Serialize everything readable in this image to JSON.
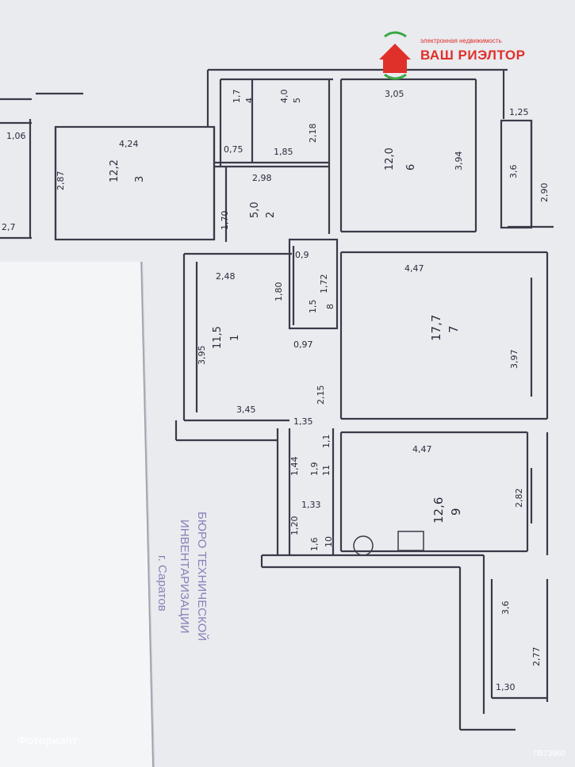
{
  "logo": {
    "brand": "ВАШ РИЭЛТОР",
    "tagline": "электронная недвижимость",
    "brand_color": "#e0302a",
    "accent_color": "#3aa845"
  },
  "stamp": {
    "line1": "БЮРО ТЕХНИЧЕСКОЙ",
    "line2": "ИНВЕНТАРИЗАЦИИ",
    "line3": "г. Саратов",
    "color": "#8a7fb8"
  },
  "watermark": "Фоториэлт",
  "photo_id": "П573960",
  "rooms": [
    {
      "number": "1",
      "area": "11,5"
    },
    {
      "number": "2",
      "area": "5,0"
    },
    {
      "number": "3",
      "area": "12,2"
    },
    {
      "number": "4",
      "area": "1,7"
    },
    {
      "number": "5",
      "area": "4,0"
    },
    {
      "number": "6",
      "area": "12,0"
    },
    {
      "number": "7",
      "area": "17,7"
    },
    {
      "number": "8",
      "area": "1,5"
    },
    {
      "number": "9",
      "area": "12,6"
    },
    {
      "number": "10",
      "area": "1,6"
    },
    {
      "number": "11",
      "area": "1,9"
    }
  ],
  "balconies": [
    {
      "area": "3,6"
    },
    {
      "area": "3,6"
    }
  ],
  "dimensions": {
    "d_1_06": "1,06",
    "d_4_24": "4,24",
    "d_2_87": "2,87",
    "d_3_05": "3,05",
    "d_1_25": "1,25",
    "d_3_94": "3,94",
    "d_2_90": "2,90",
    "d_2_18": "2,18",
    "d_0_75": "0,75",
    "d_1_85": "1,85",
    "d_2_98": "2,98",
    "d_1_70": "1,70",
    "d_2_48": "2,48",
    "d_0_9": "0,9",
    "d_1_72": "1,72",
    "d_1_80": "1,80",
    "d_4_47a": "4,47",
    "d_3_95": "3,95",
    "d_0_97": "0,97",
    "d_3_97": "3,97",
    "d_2_15": "2,15",
    "d_3_45": "3,45",
    "d_1_35": "1,35",
    "d_1_1": "1,1",
    "d_1_44": "1,44",
    "d_4_47b": "4,47",
    "d_2_82": "2,82",
    "d_1_33": "1,33",
    "d_1_20": "1,20",
    "d_2_77": "2,77",
    "d_1_30": "1,30",
    "d_2_7": "2,7"
  }
}
